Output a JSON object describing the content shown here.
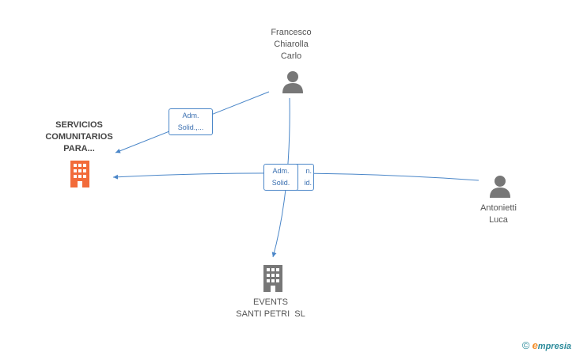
{
  "nodes": {
    "company_main": {
      "lines": [
        "SERVICIOS",
        "COMUNITARIOS",
        "PARA..."
      ],
      "color": "#f26b3a"
    },
    "company_events": {
      "lines": [
        "EVENTS",
        "SANTI PETRI  SL"
      ],
      "color": "#777777"
    },
    "person_francesco": {
      "lines": [
        "Francesco",
        "Chiarolla",
        "Carlo"
      ]
    },
    "person_antonietti": {
      "lines": [
        "Antonietti",
        "Luca"
      ]
    }
  },
  "edges": {
    "label1": [
      "Adm.",
      "Solid.,..."
    ],
    "label2": [
      "Adm.",
      "Solid."
    ],
    "label3": [
      "n.",
      "id."
    ]
  },
  "footer": {
    "copyright": "©",
    "brand_initial": "e",
    "brand_rest": "mpresia"
  },
  "colors": {
    "edge": "#4a86c8",
    "person": "#777777"
  }
}
